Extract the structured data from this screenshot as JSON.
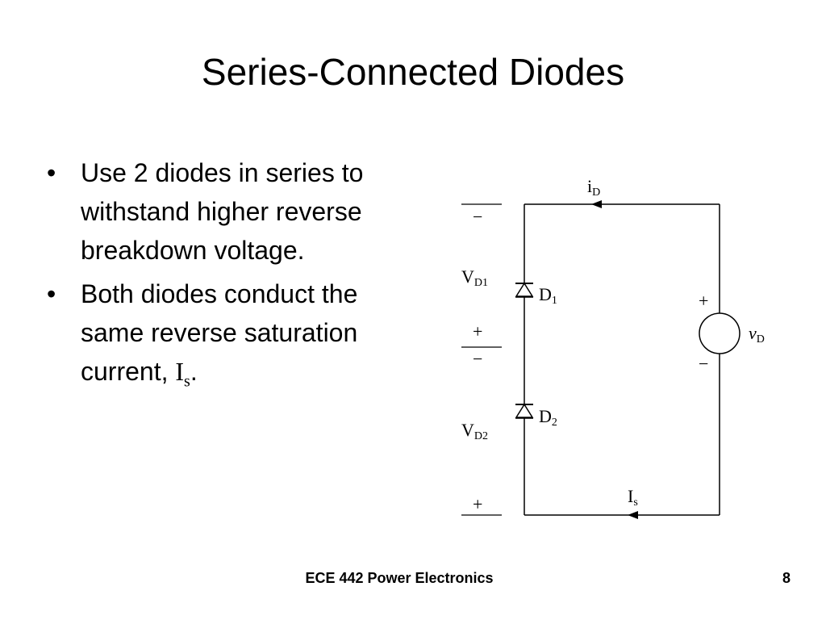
{
  "title": "Series-Connected Diodes",
  "bullets": [
    {
      "text": "Use 2 diodes in series to withstand higher reverse breakdown voltage."
    },
    {
      "text_prefix": "Both diodes conduct the same reverse saturation current, ",
      "symbol": "I",
      "symbol_sub": "s",
      "text_suffix": "."
    }
  ],
  "bullet_marker": "•",
  "circuit": {
    "diode_current": {
      "main": "i",
      "sub": "D"
    },
    "saturation_current": {
      "main": "I",
      "sub": "s"
    },
    "vd1": {
      "main": "V",
      "sub": "D1"
    },
    "vd2": {
      "main": "V",
      "sub": "D2"
    },
    "d1": {
      "main": "D",
      "sub": "1"
    },
    "d2": {
      "main": "D",
      "sub": "2"
    },
    "source": {
      "main": "v",
      "sub": "D",
      "plus": "+",
      "minus": "−"
    },
    "polarity": {
      "plus": "+",
      "minus": "−"
    }
  },
  "footer": {
    "course": "ECE 442 Power Electronics",
    "page": "8"
  }
}
